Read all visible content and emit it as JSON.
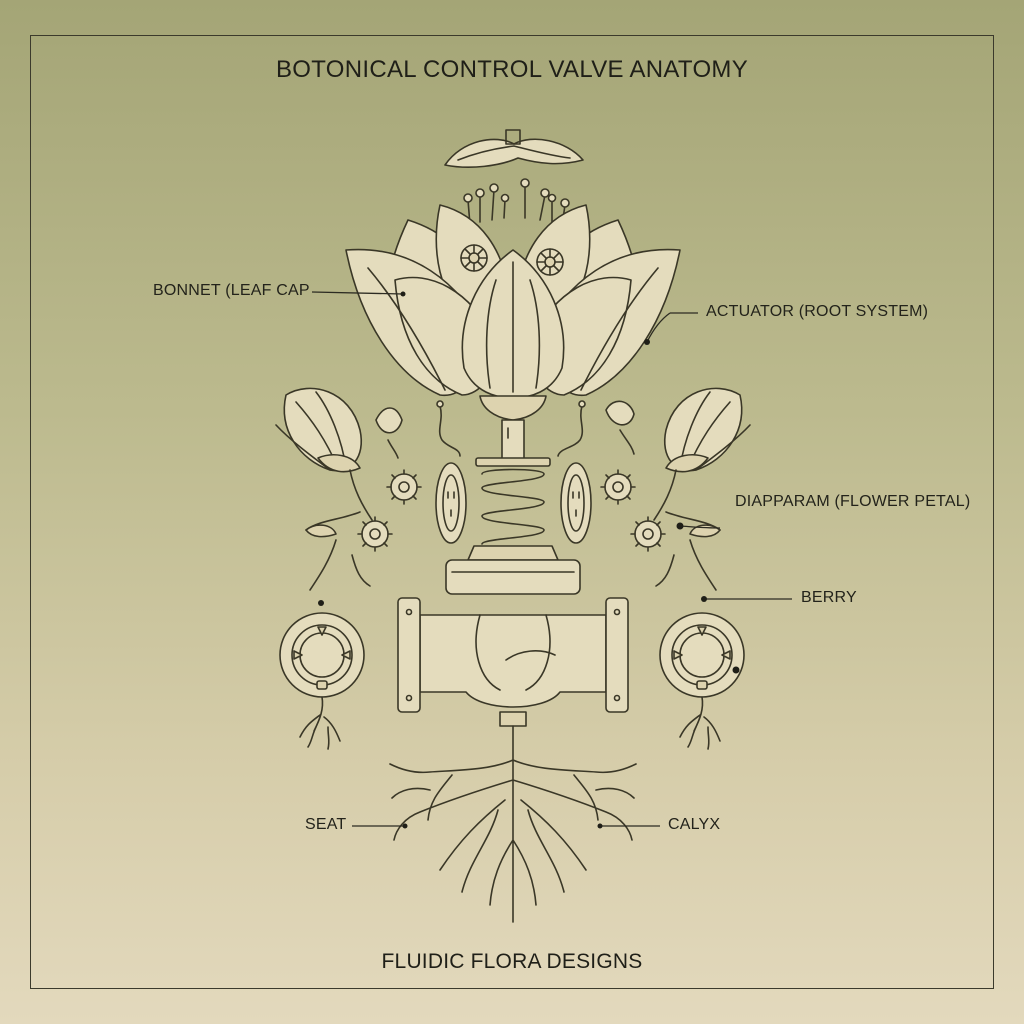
{
  "title": "BOTONICAL CONTROL VALVE ANATOMY",
  "footer": "FLUIDIC FLORA DESIGNS",
  "labels": {
    "bonnet": "BONNET (LEAF CAP",
    "actuator": "ACTUATOR (ROOT SYSTEM)",
    "diaphragm": "DIAPPARAM (FLOWER PETAL)",
    "berry": "BERRY",
    "seat": "SEAT",
    "calyx": "CALYX"
  },
  "colors": {
    "background_top": "#a4a576",
    "background_bottom": "#e3d9bd",
    "ink": "#3a3727",
    "paper": "#e4dcbd"
  }
}
